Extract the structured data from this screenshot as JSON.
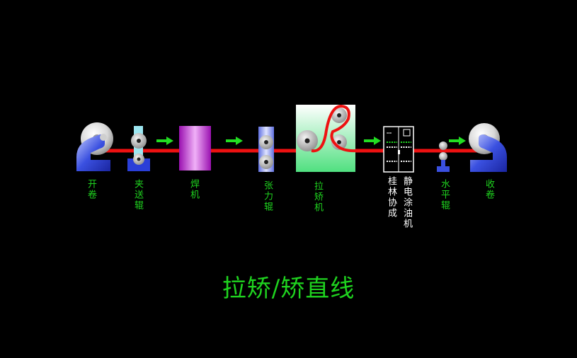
{
  "title": "拉矫/矫直线",
  "labels": {
    "uncoiler": "开卷",
    "pinch_roll": "夹送辊",
    "welder": "焊机",
    "tension_roll": "张力辊",
    "leveler": "拉矫机",
    "oiler_brand": "桂林协成",
    "oiler": "静电涂油机",
    "level_roll": "水平辊",
    "recoiler": "收卷"
  },
  "colors": {
    "label_green": "#1fd31f",
    "strip_red": "#ee1111",
    "arrow_green": "#22dd22",
    "coiler_blue": "#2a3fd8",
    "welder_magenta": "#d040e0",
    "leveler_green": "#7ef0a0"
  }
}
